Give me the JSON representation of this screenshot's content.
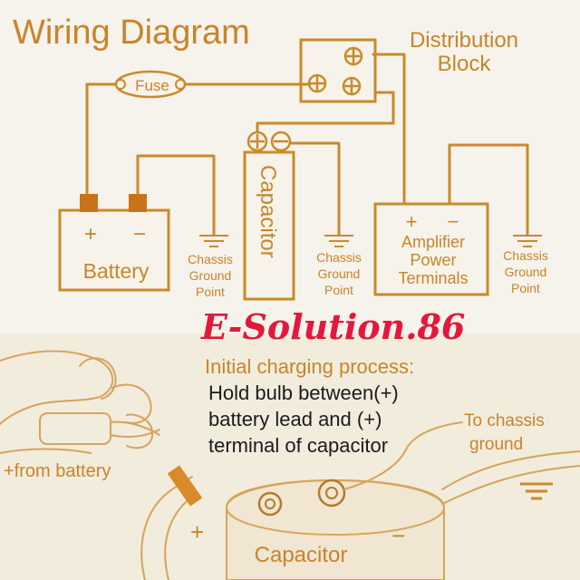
{
  "title": "Wiring Diagram",
  "distribution_block": {
    "line1": "Distribution",
    "line2": "Block"
  },
  "fuse": "Fuse",
  "battery": {
    "label": "Battery",
    "plus": "+",
    "minus": "−"
  },
  "capacitor_vertical": "Capacitor",
  "amplifier": {
    "plus": "+",
    "minus": "−",
    "line1": "Amplifier",
    "line2": "Power",
    "line3": "Terminals"
  },
  "ground_labels": [
    {
      "l1": "Chassis",
      "l2": "Ground",
      "l3": "Point"
    },
    {
      "l1": "Chassis",
      "l2": "Ground",
      "l3": "Point"
    },
    {
      "l1": "Chassis",
      "l2": "Ground",
      "l3": "Point"
    }
  ],
  "watermark": "E-Solution.86",
  "instructions": {
    "heading": "Initial charging process:",
    "line1": "Hold bulb between(+)",
    "line2": "battery lead and (+)",
    "line3": "terminal of capacitor"
  },
  "to_chassis": {
    "line1": "To chassis",
    "line2": "ground"
  },
  "from_battery": "+from battery",
  "bottom_plus": "+",
  "bottom_minus": "−",
  "bottom_capacitor": "Capacitor",
  "colors": {
    "line": "#c98a2a",
    "terminal": "#c8731c",
    "watermark": "#e3183a"
  }
}
